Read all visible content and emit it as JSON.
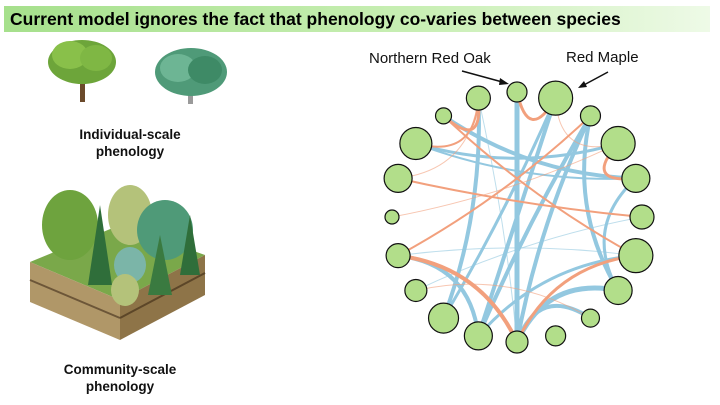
{
  "title": "Current model ignores the fact that phenology co-varies between species",
  "individual_label": "Individual-scale phenology",
  "community_label": "Community-scale phenology",
  "network": {
    "labels": {
      "oak": "Northern Red Oak",
      "maple": "Red Maple"
    },
    "colors": {
      "node": "#b2de8a",
      "positive": "#93c8e0",
      "negative": "#f2a07d"
    },
    "node_sizes": [
      12,
      10,
      17,
      10,
      17,
      14,
      12,
      17,
      14,
      9,
      10,
      11,
      14,
      15,
      11,
      12,
      7,
      14,
      16,
      8
    ],
    "edges": [
      [
        1,
        14,
        "positive",
        4
      ],
      [
        2,
        12,
        "positive",
        5
      ],
      [
        3,
        13,
        "positive",
        4
      ],
      [
        3,
        14,
        "positive",
        3
      ],
      [
        4,
        12,
        "positive",
        4
      ],
      [
        4,
        13,
        "positive",
        4
      ],
      [
        5,
        19,
        "positive",
        3
      ],
      [
        6,
        20,
        "positive",
        4
      ],
      [
        6,
        19,
        "positive",
        2
      ],
      [
        7,
        15,
        "positive",
        1
      ],
      [
        8,
        16,
        "positive",
        1
      ],
      [
        9,
        12,
        "positive",
        5
      ],
      [
        10,
        12,
        "positive",
        4
      ],
      [
        8,
        13,
        "positive",
        3
      ],
      [
        16,
        13,
        "positive",
        4
      ],
      [
        4,
        9,
        "positive",
        4
      ],
      [
        6,
        9,
        "positive",
        3
      ],
      [
        1,
        12,
        "positive",
        1
      ],
      [
        20,
        1,
        "negative",
        3
      ],
      [
        19,
        1,
        "negative",
        2
      ],
      [
        18,
        1,
        "negative",
        1
      ],
      [
        16,
        4,
        "negative",
        2
      ],
      [
        18,
        7,
        "negative",
        2
      ],
      [
        20,
        8,
        "negative",
        2
      ],
      [
        16,
        12,
        "negative",
        4
      ],
      [
        12,
        8,
        "negative",
        3
      ],
      [
        3,
        2,
        "negative",
        3
      ],
      [
        3,
        5,
        "negative",
        1
      ],
      [
        5,
        6,
        "negative",
        3
      ],
      [
        17,
        5,
        "negative",
        1
      ],
      [
        15,
        10,
        "negative",
        1
      ]
    ]
  }
}
